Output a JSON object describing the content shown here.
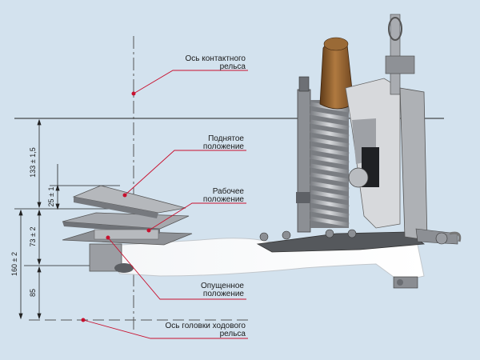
{
  "labels": {
    "rail_axis": [
      "Ось контактного",
      "рельса"
    ],
    "raised": [
      "Поднятое",
      "положение"
    ],
    "working": [
      "Рабочее",
      "положение"
    ],
    "lowered": [
      "Опущенное",
      "положение"
    ],
    "running_rail": [
      "Ось головки ходового",
      "рельса"
    ]
  },
  "dimensions": {
    "d133": "133 ± 1,5",
    "d25": "25 ± 1",
    "d73": "73 ± 2",
    "d160": "160 ± 2",
    "d85": "85"
  },
  "colors": {
    "background": "#d3e2ee",
    "leader": "#c8102e",
    "metal_dark": "#6b6e73",
    "metal_mid": "#9a9da2",
    "metal_light": "#c9cbce",
    "bronze": "#8b5a2b"
  }
}
